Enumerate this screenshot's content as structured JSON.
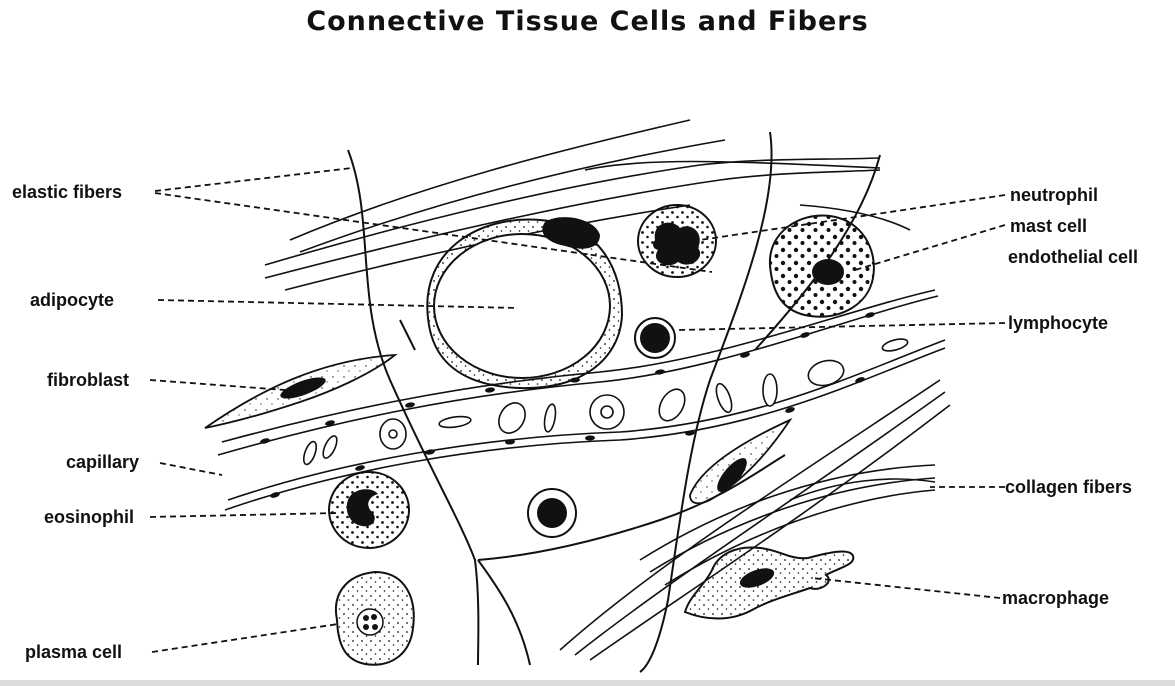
{
  "title": "Connective Tissue Cells and Fibers",
  "labels": {
    "elastic_fibers": "elastic fibers",
    "adipocyte": "adipocyte",
    "fibroblast": "fibroblast",
    "capillary": "capillary",
    "eosinophil": "eosinophil",
    "plasma_cell": "plasma cell",
    "neutrophil": "neutrophil",
    "mast_cell": "mast cell",
    "endothelial_cell": "endothelial cell",
    "lymphocyte": "lymphocyte",
    "collagen_fibers": "collagen fibers",
    "macrophage": "macrophage"
  },
  "colors": {
    "ink": "#111111",
    "background": "#ffffff"
  }
}
